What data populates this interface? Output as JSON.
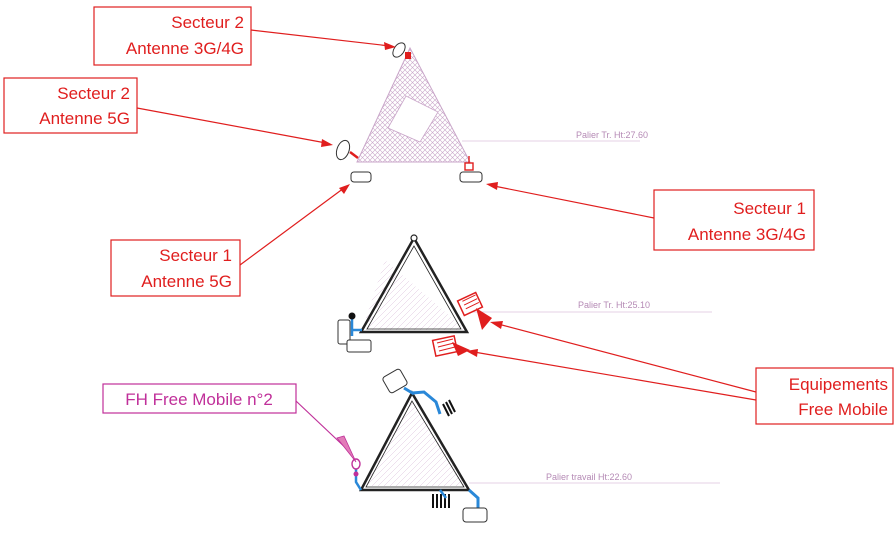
{
  "callouts": {
    "sector2_3g4g": {
      "line1": "Secteur 2",
      "line2": "Antenne 3G/4G"
    },
    "sector2_5g": {
      "line1": "Secteur 2",
      "line2": "Antenne 5G"
    },
    "sector1_3g4g": {
      "line1": "Secteur 1",
      "line2": "Antenne 3G/4G"
    },
    "sector1_5g": {
      "line1": "Secteur 1",
      "line2": "Antenne 5G"
    },
    "equipment": {
      "line1": "Equipements",
      "line2": "Free Mobile"
    },
    "fh_link": {
      "label": "FH Free Mobile n°2"
    }
  },
  "levels": {
    "top": "Palier Tr. Ht:27.60",
    "middle": "Palier Tr. Ht:25.10",
    "bottom": "Palier travail Ht:22.60"
  },
  "colors": {
    "callout_red": "#e01e1e",
    "callout_magenta": "#c0309a",
    "hatch": "#c9a6c9",
    "structure": "#222222",
    "bracket_blue": "#2a88d8"
  }
}
